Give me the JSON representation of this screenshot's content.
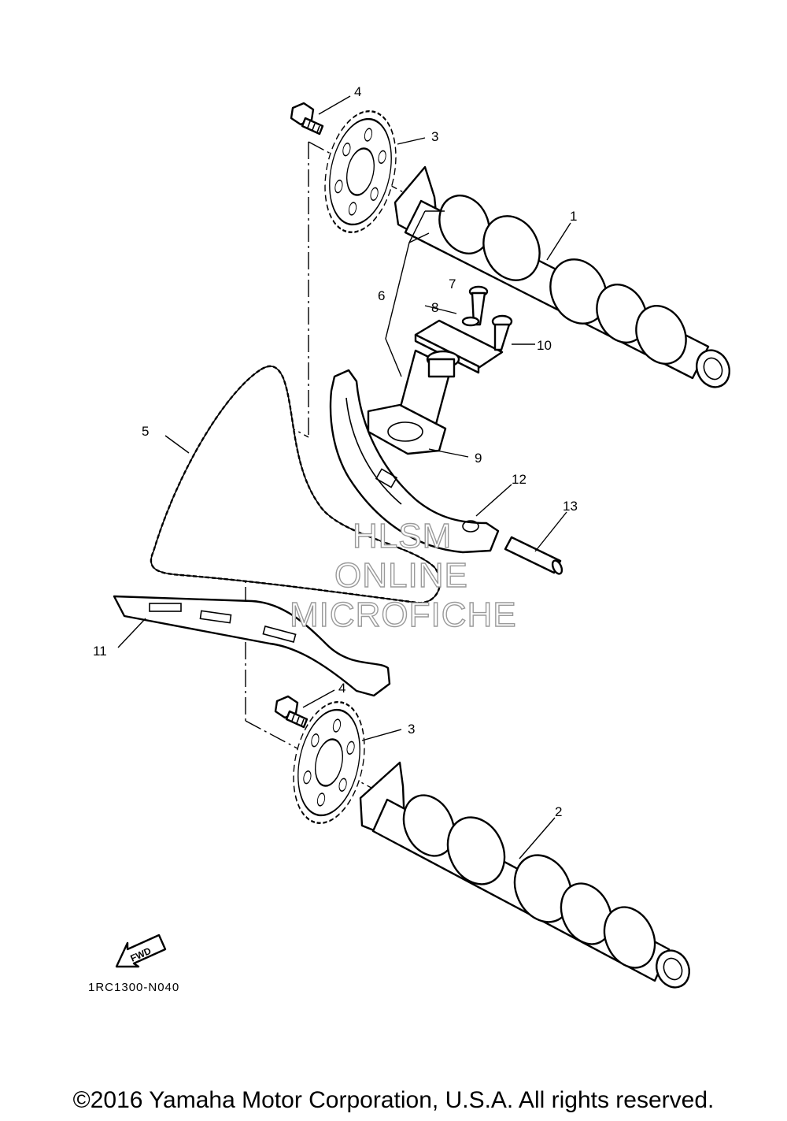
{
  "callouts": {
    "c1": "1",
    "c2": "2",
    "c3_top": "3",
    "c3_bottom": "3",
    "c4_top": "4",
    "c4_bottom": "4",
    "c5": "5",
    "c6": "6",
    "c7": "7",
    "c8": "8",
    "c9": "9",
    "c10": "10",
    "c11": "11",
    "c12": "12",
    "c13": "13"
  },
  "fwd_label": "FWD",
  "diagram_code": "1RC1300-N040",
  "watermark": {
    "line1": "HLSM",
    "line2": "ONLINE",
    "line3": "MICROFICHE"
  },
  "copyright": "©2016 Yamaha Motor Corporation, U.S.A. All rights reserved."
}
